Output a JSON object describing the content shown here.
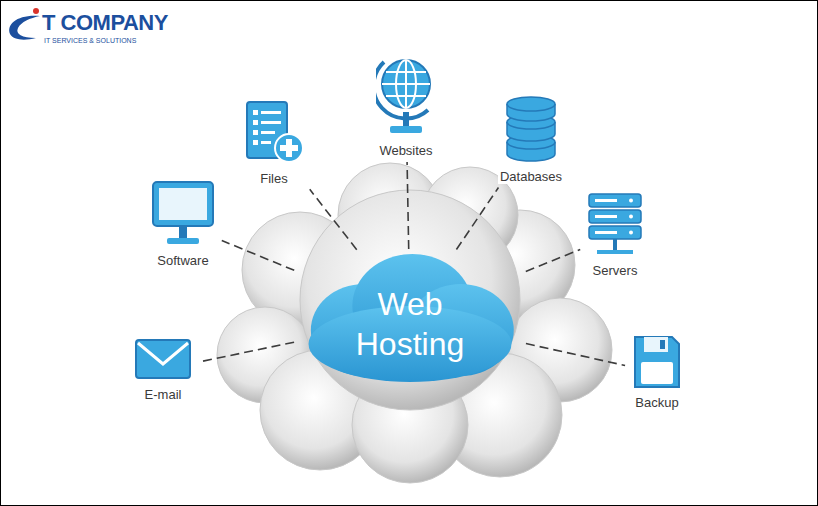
{
  "diagram": {
    "nodes": [
      {
        "text": [
          "Websites"
        ]
      },
      {
        "text": [
          "Files"
        ]
      },
      {
        "text": [
          "Databases"
        ]
      },
      {
        "text": [
          "Software"
        ]
      },
      {
        "text": [
          "Servers"
        ]
      },
      {
        "text": [
          "Web Hosting"
        ]
      },
      {
        "text": [
          "E-mail"
        ]
      },
      {
        "text": [
          "Backup"
        ]
      }
    ],
    "edges": [
      {
        "from": 5,
        "to": 0,
        "arrow": "none"
      },
      {
        "from": 5,
        "to": 1,
        "arrow": "none"
      },
      {
        "from": 5,
        "to": 2,
        "arrow": "none"
      },
      {
        "from": 5,
        "to": 3,
        "arrow": "none"
      },
      {
        "from": 5,
        "to": 4,
        "arrow": "none"
      },
      {
        "from": 5,
        "to": 6,
        "arrow": "none"
      },
      {
        "from": 5,
        "to": 7,
        "arrow": "none"
      }
    ],
    "labels": [
      "T COMPANY",
      "IT SERVICES & SOLUTIONS"
    ]
  }
}
